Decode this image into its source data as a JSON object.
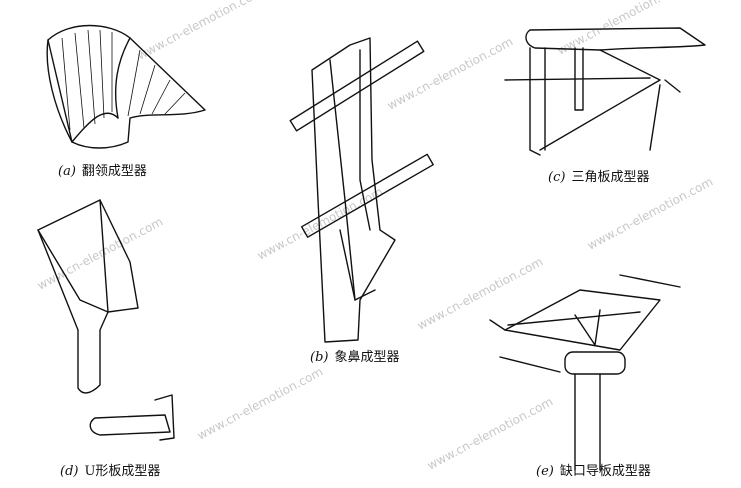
{
  "figures": [
    {
      "id": "a",
      "letter": "(a)",
      "label": "翻领成型器"
    },
    {
      "id": "b",
      "letter": "(b)",
      "label": "象鼻成型器"
    },
    {
      "id": "c",
      "letter": "(c)",
      "label": "三角板成型器"
    },
    {
      "id": "d",
      "letter": "(d)",
      "label": "U形板成型器"
    },
    {
      "id": "e",
      "letter": "(e)",
      "label": "缺口导板成型器"
    }
  ],
  "watermark": "www.cn-elemotion.com"
}
